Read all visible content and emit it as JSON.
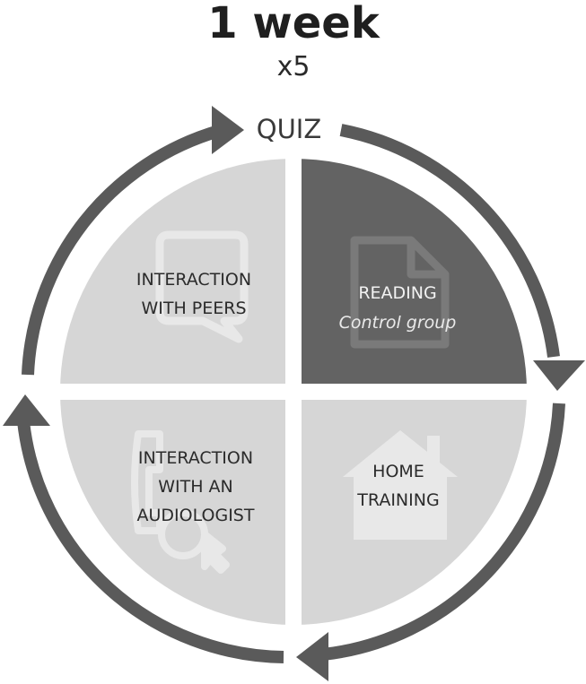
{
  "title": "1 week",
  "subtitle": "x5",
  "quiz_label": "QUIZ",
  "quadrants": {
    "top_left": {
      "line1": "INTERACTION",
      "line2": "WITH PEERS",
      "icon": "chat-bubble-icon"
    },
    "top_right": {
      "line1": "READING",
      "line2": "Control group",
      "icon": "document-icon"
    },
    "bottom_right": {
      "line1": "HOME",
      "line2": "TRAINING",
      "icon": "house-icon"
    },
    "bottom_left": {
      "line1": "INTERACTION",
      "line2": "WITH AN",
      "line3": "AUDIOLOGIST",
      "icon": "phone-cursor-icon"
    }
  },
  "colors": {
    "arrow": "#5a5a5a",
    "quadrant_light": "#d6d6d6",
    "quadrant_dark": "#636363",
    "icon_on_light": "#e6e6e6",
    "icon_on_dark": "#7a7a7a"
  }
}
